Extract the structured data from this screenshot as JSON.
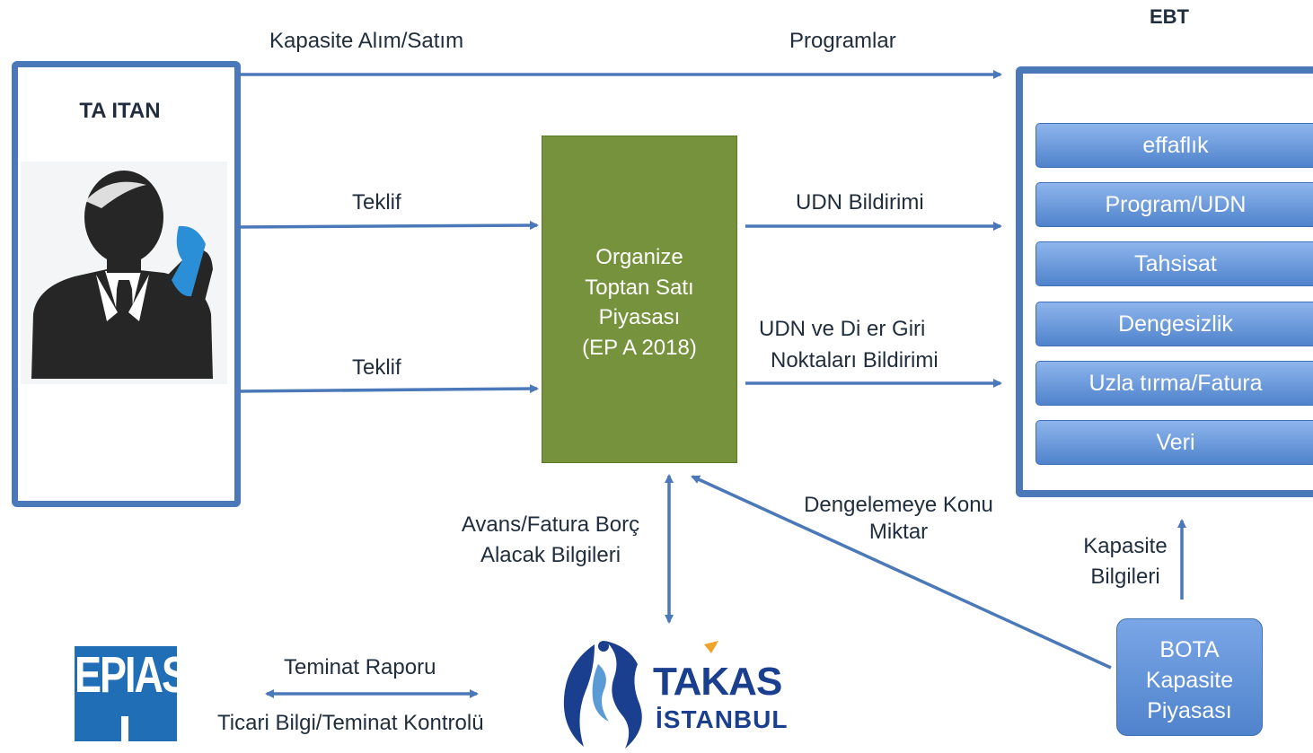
{
  "shipper": {
    "title": "TA  ITAN"
  },
  "arrows": {
    "capacity_trade": "Kapasite Alım/Satım",
    "programs": "Programlar",
    "bid_top": "Teklif",
    "bid_bottom": "Teklif",
    "udn_notice": "UDN Bildirimi",
    "udn_other_line1": "UDN ve  Di  er Giri",
    "udn_other_line2": "Noktaları Bildirimi",
    "balancing": "Dengelemeye Konu\nMiktar",
    "advance_invoice": "Avans/Fatura Borç\nAlacak Bilgileri",
    "capacity_info": "Kapasite\nBilgileri",
    "collateral_report": "Teminat Raporu",
    "commercial_check": "Ticari Bilgi/Teminat Kontrolü"
  },
  "market": {
    "text": "Organize\nToptan Satı \nPiyasası\n(EP A    2018)"
  },
  "ebt": {
    "title": "EBT",
    "items": [
      "effaflık",
      "Program/UDN",
      "Tahsisat",
      "Dengesizlik",
      "Uzla  tırma/Fatura",
      "Veri"
    ]
  },
  "botas": {
    "text": "BOTA \nKapasite\nPiyasası"
  },
  "logos": {
    "epias": "EPIAS",
    "takas_main": "TAKAS",
    "takas_sub": "İSTANBUL"
  },
  "colors": {
    "arrow": "#4a78b8",
    "market": "#76923c",
    "ebt_item": "#5b8fd6",
    "logo_blue": "#1f6eb6"
  }
}
